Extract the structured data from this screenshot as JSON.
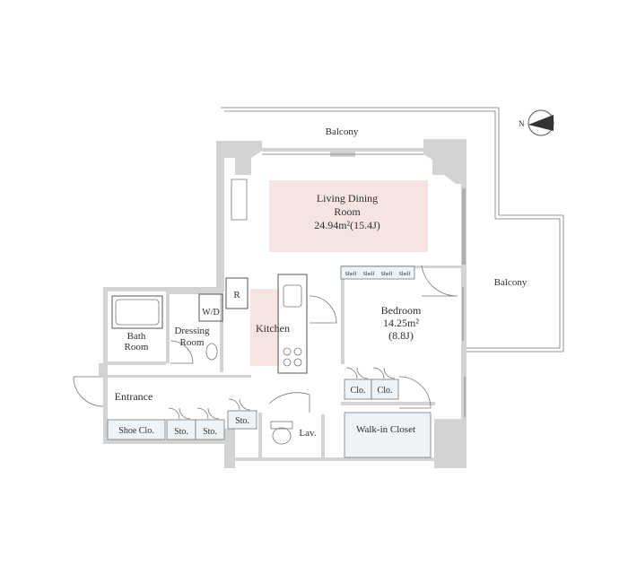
{
  "rooms": {
    "balcony_top": "Balcony",
    "balcony_right": "Balcony",
    "living": {
      "line1": "Living Dining",
      "line2": "Room",
      "area": "24.94m²(15.4J)"
    },
    "bedroom": {
      "name": "Bedroom",
      "area": "14.25m²",
      "tatami": "(8.8J)"
    },
    "kitchen": "Kitchen",
    "refrigerator": "R",
    "washer_dryer": "W/D",
    "dressing": {
      "line1": "Dressing",
      "line2": "Room"
    },
    "bath": {
      "line1": "Bath",
      "line2": "Room"
    },
    "entrance": "Entrance",
    "shoe_closet": "Shoe Clo.",
    "storage_1": "Sto.",
    "storage_2": "Sto.",
    "storage_3": "Sto.",
    "lavatory": "Lav.",
    "walk_in_closet": "Walk-in Closet",
    "closet_1": "Clo.",
    "closet_2": "Clo.",
    "shelves": [
      "Shelf",
      "Shelf",
      "Shelf",
      "Shelf"
    ]
  },
  "compass": {
    "label": "N"
  },
  "colors": {
    "living_fill": "#f6e4e2",
    "kitchen_fill": "#f6e4e2",
    "wall": "#d3d3d3",
    "storage_fill": "#eef3f7"
  }
}
